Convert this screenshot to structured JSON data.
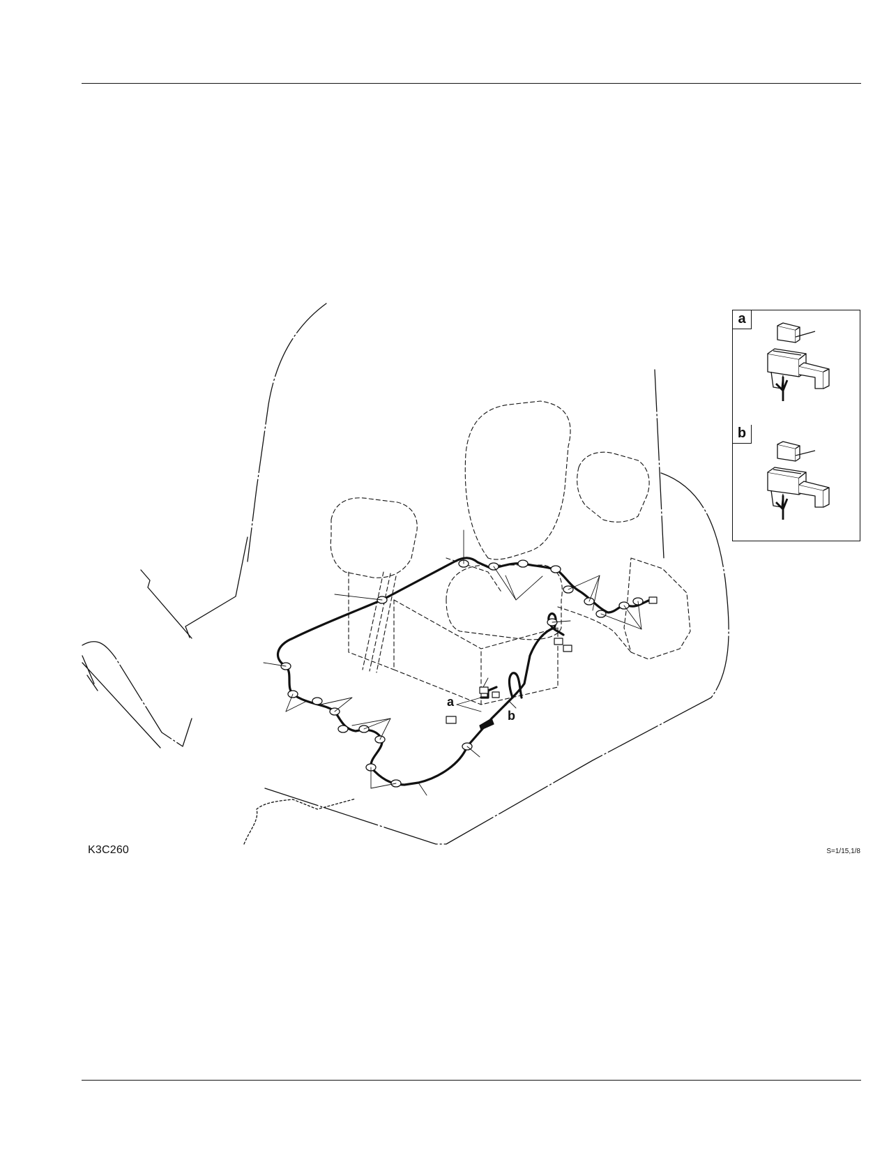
{
  "figure": {
    "code": "K3C260",
    "scale": "S=1/15,1/8"
  },
  "callouts": {
    "a": "a",
    "b": "b"
  },
  "insets": [
    {
      "tag": "a"
    },
    {
      "tag": "b"
    }
  ],
  "colors": {
    "ink": "#111111",
    "paper": "#ffffff"
  }
}
